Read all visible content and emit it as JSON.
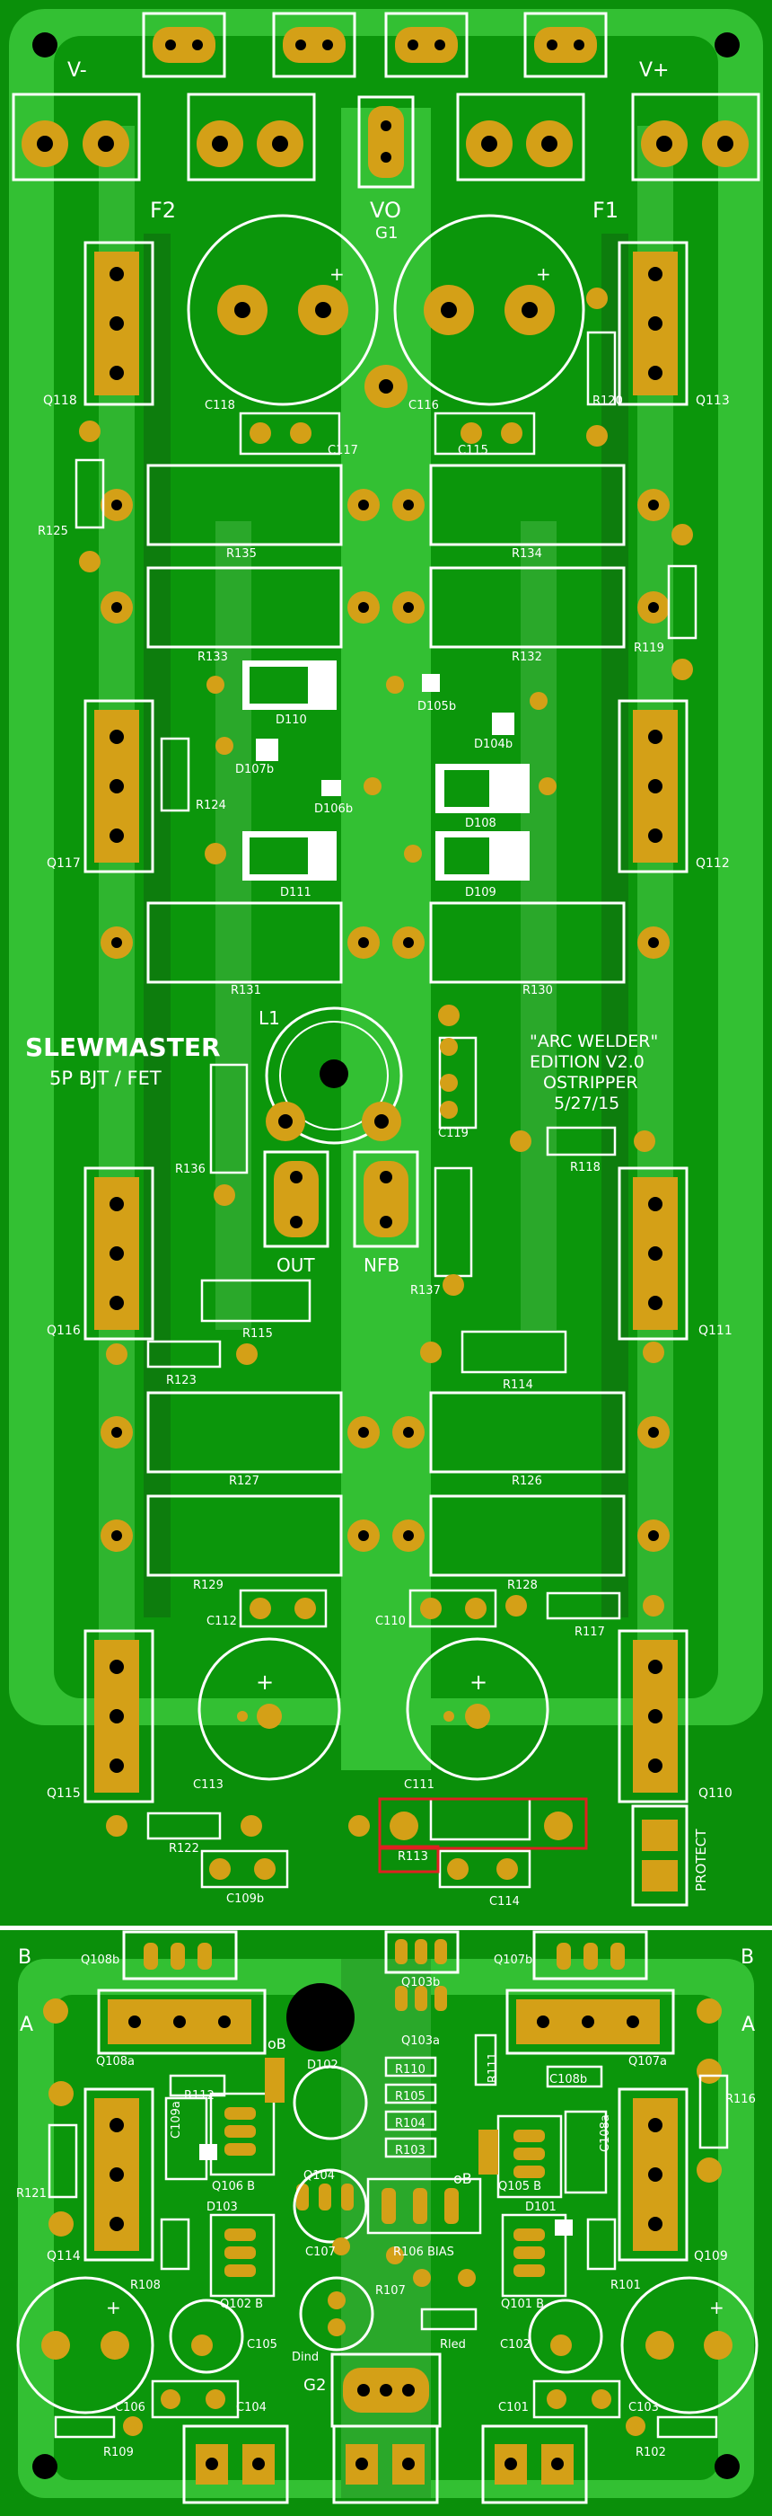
{
  "colors": {
    "board": "#0a8f0a",
    "copper_light": "#3cc63c",
    "trace_dark": "#087008",
    "pad_gold": "#d4a017",
    "silkscreen": "#ffffff",
    "highlight_box": "#e02020",
    "hole": "#000000"
  },
  "title": {
    "line1": "SLEWMASTER",
    "line2": "5P BJT / FET"
  },
  "edition": {
    "line1": "\"ARC WELDER\"",
    "line2": "EDITION V2.0",
    "line3": "OSTRIPPER",
    "line4": "5/27/15"
  },
  "top_labels": {
    "v_minus": "V-",
    "v_plus": "V+",
    "vo": "VO",
    "g1": "G1",
    "f1": "F1",
    "f2": "F2"
  },
  "io_labels": {
    "out": "OUT",
    "nfb": "NFB",
    "l1": "L1",
    "protect": "PROTECT",
    "g2": "G2"
  },
  "section_markers": {
    "a_left": "A",
    "a_right": "A",
    "b_left": "B",
    "b_right": "B"
  },
  "transistors": {
    "q118": "Q118",
    "q113": "Q113",
    "q117": "Q117",
    "q112": "Q112",
    "q116": "Q116",
    "q111": "Q111",
    "q115": "Q115",
    "q110": "Q110",
    "q114": "Q114",
    "q109": "Q109",
    "q108b": "Q108b",
    "q107b": "Q107b",
    "q103b": "Q103b",
    "q103a": "Q103a",
    "q108a": "Q108a",
    "q107a": "Q107a",
    "q106b": "Q106 B",
    "q105b": "Q105 B",
    "q104": "Q104",
    "q102b": "Q102 B",
    "q101b": "Q101 B"
  },
  "resistors": {
    "r120": "R120",
    "r125": "R125",
    "r135": "R135",
    "r134": "R134",
    "r133": "R133",
    "r132": "R132",
    "r119": "R119",
    "r124": "R124",
    "r131": "R131",
    "r130": "R130",
    "r136": "R136",
    "r118": "R118",
    "r137": "R137",
    "r115": "R115",
    "r123": "R123",
    "r114": "R114",
    "r127": "R127",
    "r126": "R126",
    "r129": "R129",
    "r128": "R128",
    "r117": "R117",
    "r122": "R122",
    "r113": "R113",
    "r112": "R112",
    "r111": "R111",
    "r110": "R110",
    "r105": "R105",
    "r104": "R104",
    "r103": "R103",
    "r116": "R116",
    "r121": "R121",
    "r108": "R108",
    "r101": "R101",
    "r106bias": "R106 BIAS",
    "r107": "R107",
    "rled": "Rled",
    "r109": "R109",
    "r102": "R102"
  },
  "capacitors": {
    "c118": "C118",
    "c116": "C116",
    "c117": "C117",
    "c115": "C115",
    "c119": "C119",
    "c112": "C112",
    "c110": "C110",
    "c113": "C113",
    "c111": "C111",
    "c109b": "C109b",
    "c114": "C114",
    "c108b": "C108b",
    "c109a": "C109a",
    "c108a": "C108a",
    "c107": "C107",
    "c105": "C105",
    "c102": "C102",
    "c106": "C106",
    "c104": "C104",
    "c101": "C101",
    "c103": "C103"
  },
  "diodes": {
    "d110": "D110",
    "d105b": "D105b",
    "d107b": "D107b",
    "d104b": "D104b",
    "d106b": "D106b",
    "d108": "D108",
    "d111": "D111",
    "d109": "D109",
    "d102": "D102",
    "d103": "D103",
    "d101": "D101",
    "dind": "Dind"
  },
  "markers": {
    "ob_left": "oB",
    "ob_right": "oB",
    "plus": "+"
  }
}
